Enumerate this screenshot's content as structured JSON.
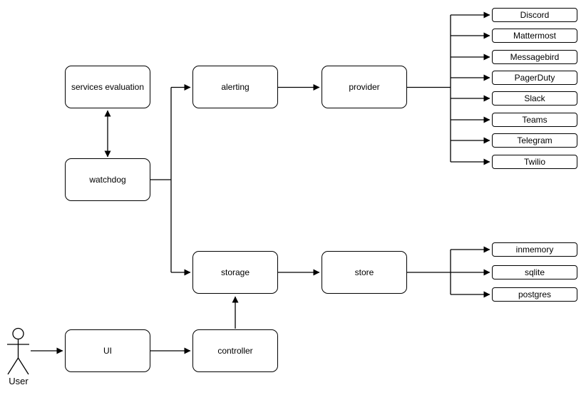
{
  "diagram": {
    "actor": {
      "label": "User"
    },
    "nodes": {
      "services_evaluation": "services evaluation",
      "watchdog": "watchdog",
      "alerting": "alerting",
      "provider": "provider",
      "storage": "storage",
      "store": "store",
      "ui": "UI",
      "controller": "controller"
    },
    "provider_targets": [
      "Discord",
      "Mattermost",
      "Messagebird",
      "PagerDuty",
      "Slack",
      "Teams",
      "Telegram",
      "Twilio"
    ],
    "store_targets": [
      "inmemory",
      "sqlite",
      "postgres"
    ],
    "colors": {
      "stroke": "#000000",
      "node_fill": "#ffffff",
      "background": "#ffffff"
    }
  }
}
